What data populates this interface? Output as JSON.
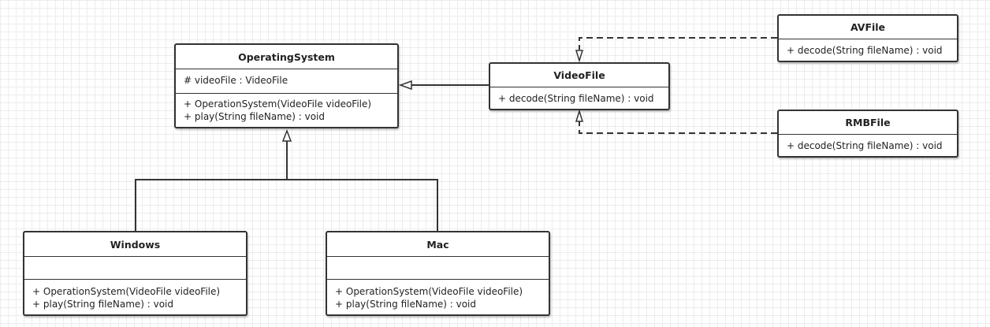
{
  "colors": {
    "line": "#333333",
    "grid": "#ececec",
    "box_fill": "#ffffff"
  },
  "classes": {
    "operating_system": {
      "name": "OperatingSystem",
      "attributes": [
        "# videoFile : VideoFile"
      ],
      "methods": [
        "+ OperationSystem(VideoFile videoFile)",
        "+ play(String fileName) : void"
      ]
    },
    "video_file": {
      "name": "VideoFile",
      "methods": [
        "+ decode(String fileName) : void"
      ]
    },
    "av_file": {
      "name": "AVFile",
      "methods": [
        "+ decode(String fileName) : void"
      ]
    },
    "rmb_file": {
      "name": "RMBFile",
      "methods": [
        "+ decode(String fileName) : void"
      ]
    },
    "windows": {
      "name": "Windows",
      "attributes": [],
      "methods": [
        "+ OperationSystem(VideoFile videoFile)",
        "+ play(String fileName) : void"
      ]
    },
    "mac": {
      "name": "Mac",
      "attributes": [],
      "methods": [
        "+ OperationSystem(VideoFile videoFile)",
        "+ play(String fileName) : void"
      ]
    }
  },
  "relations": [
    {
      "from": "Windows",
      "to": "OperatingSystem",
      "type": "generalization"
    },
    {
      "from": "Mac",
      "to": "OperatingSystem",
      "type": "generalization"
    },
    {
      "from": "VideoFile",
      "to": "OperatingSystem",
      "type": "association"
    },
    {
      "from": "AVFile",
      "to": "VideoFile",
      "type": "realization"
    },
    {
      "from": "RMBFile",
      "to": "VideoFile",
      "type": "realization"
    }
  ]
}
